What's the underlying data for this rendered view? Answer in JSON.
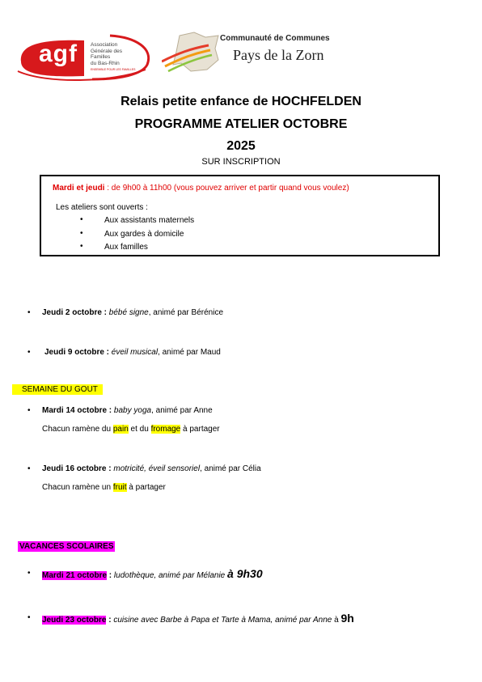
{
  "logos": {
    "agf": {
      "mark": "agf",
      "association": [
        "Association",
        "Générale des",
        "Familles",
        "du Bas-Rhin"
      ],
      "tagline": "ENSEMBLE POUR LES FAMILLES",
      "color": "#d7191c"
    },
    "cc": {
      "line1": "Communauté de Communes",
      "line2": "Pays de la Zorn"
    }
  },
  "header": {
    "title1": "Relais petite enfance de HOCHFELDEN",
    "title2": "PROGRAMME ATELIER OCTOBRE",
    "title3": "2025",
    "subtitle": "SUR INSCRIPTION"
  },
  "infobox": {
    "days": "Mardi et jeudi",
    "hours": " : de 9h00 à 11h00 (vous pouvez arriver et partir quand vous voulez)",
    "open_label": "Les ateliers sont ouverts :",
    "audiences": [
      "Aux assistants maternels",
      "Aux gardes à domicile",
      "Aux familles"
    ]
  },
  "events": [
    {
      "date": "Jeudi 2 octobre",
      "activity": "bébé signe",
      "animator": ", animé par Bérénice"
    },
    {
      "date": "Jeudi 9 octobre",
      "activity": "éveil musical",
      "animator": ", animé par Maud"
    }
  ],
  "sections": {
    "gout": {
      "label": "SEMAINE DU GOUT",
      "events": [
        {
          "date": "Mardi 14 octobre",
          "activity": "baby yoga",
          "animator": ", animé par Anne",
          "note_a": "Chacun ramène du ",
          "note_item1": "pain",
          "note_b": " et du ",
          "note_item2": "fromage",
          "note_c": " à partager"
        },
        {
          "date": "Jeudi 16 octobre",
          "activity": "motricité, éveil sensoriel",
          "animator": ", animé par Célia",
          "note_a": "Chacun ramène un ",
          "note_item1": "fruit",
          "note_c": " à partager"
        }
      ]
    },
    "vacances": {
      "label": "VACANCES SCOLAIRES",
      "events": [
        {
          "date": "Mardi 21 octobre",
          "activity": "ludothèque, animé par Mélanie ",
          "time": "à 9h30"
        },
        {
          "date": "Jeudi 23 octobre",
          "activity": "cuisine avec Barbe à Papa et Tarte à Mama, animé par Anne",
          "at": " à ",
          "time": "9h"
        }
      ]
    }
  },
  "colors": {
    "highlight_yellow": "#ffff00",
    "highlight_magenta": "#ff00ff",
    "schedule_red": "#e00000"
  }
}
